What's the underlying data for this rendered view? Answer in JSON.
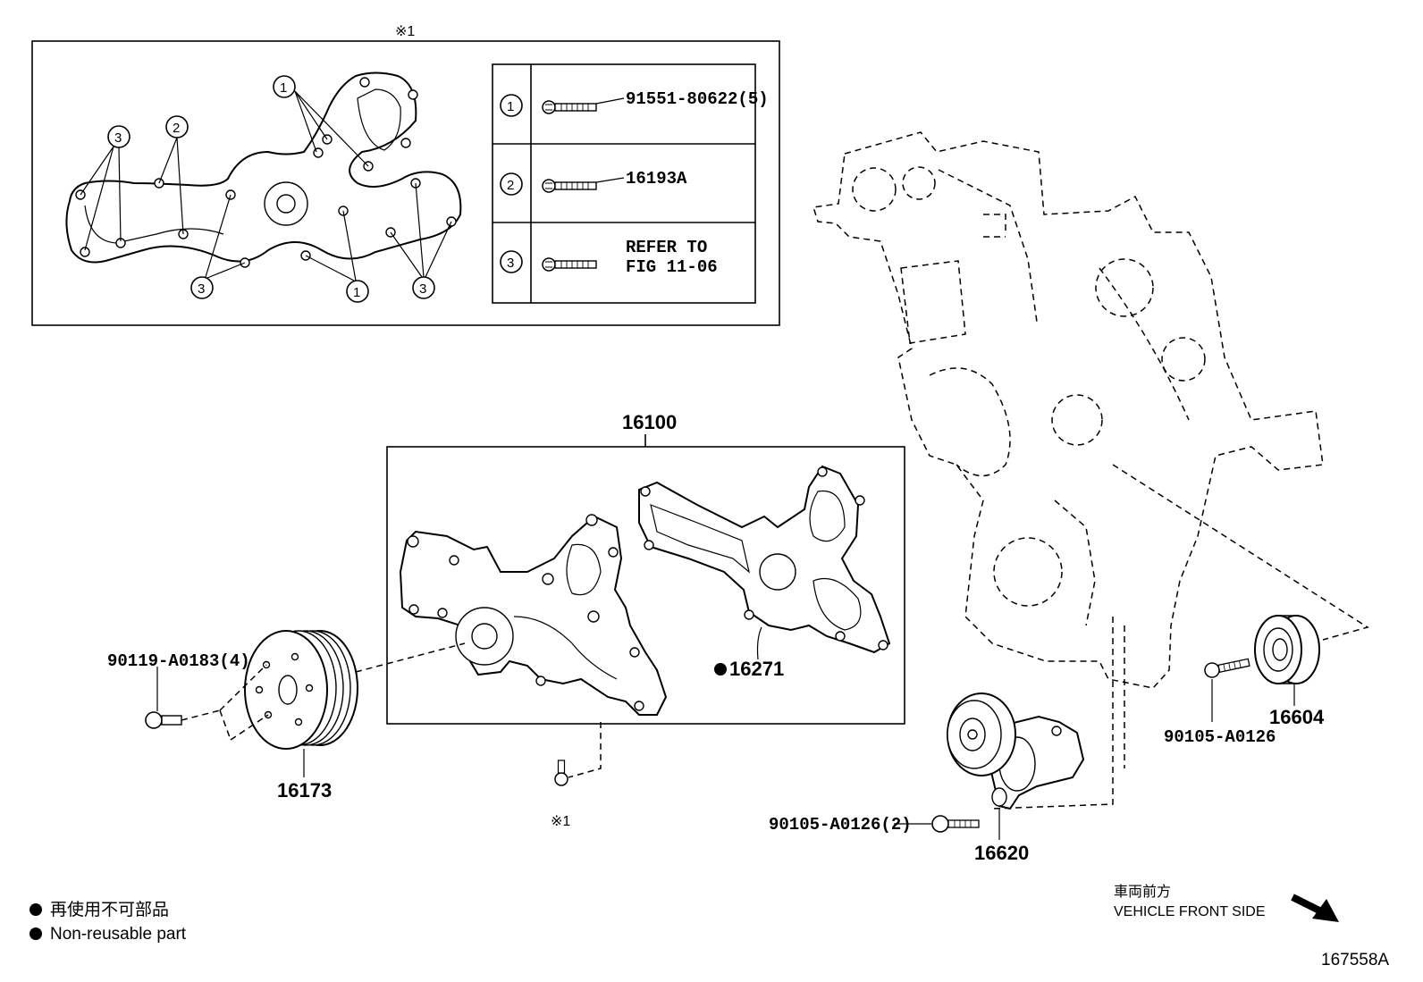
{
  "inset": {
    "marker": "※1",
    "callout_1": "1",
    "callout_2": "2",
    "callout_3": "3",
    "table": [
      {
        "num": "1",
        "text": "91551-80622(5)"
      },
      {
        "num": "2",
        "text": "16193A"
      },
      {
        "num": "3",
        "text_line1": "REFER TO",
        "text_line2": "FIG 11-06"
      }
    ]
  },
  "parts": {
    "water_pump_assy": "16100",
    "gasket": "16271",
    "pulley": "16173",
    "pulley_bolt": "90119-A0183(4)",
    "pump_bolt_marker": "※1",
    "idler_pulley": "16604",
    "idler_bolt": "90105-A0126",
    "tensioner": "16620",
    "tensioner_bolt": "90105-A0126(2)"
  },
  "legend": {
    "line_jp": "再使用不可部品",
    "line_en": "Non-reusable part"
  },
  "orientation": {
    "line_jp": "車両前方",
    "line_en": "VEHICLE FRONT SIDE"
  },
  "figure_id": "167558A"
}
